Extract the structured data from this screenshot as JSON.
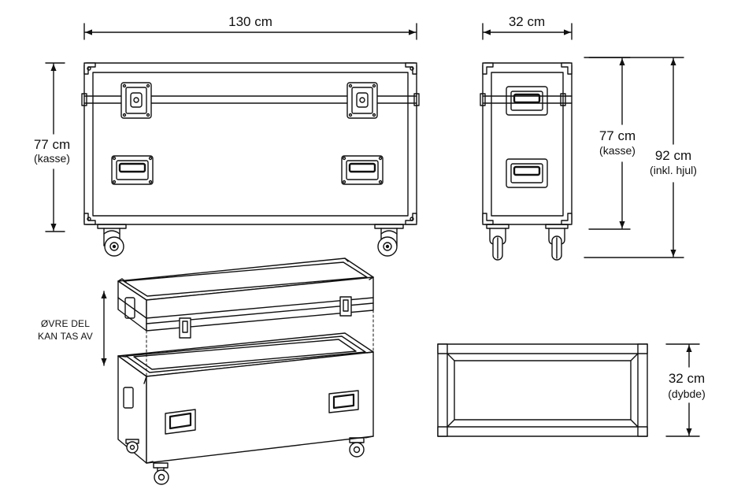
{
  "colors": {
    "line": "#111111",
    "background": "#ffffff"
  },
  "labels": {
    "front_width": "130 cm",
    "front_height_value": "77 cm",
    "front_height_note": "(kasse)",
    "side_width": "32 cm",
    "side_height_value": "77 cm",
    "side_height_note": "(kasse)",
    "side_total_value": "92 cm",
    "side_total_note": "(inkl. hjul)",
    "lid_note_line1": "ØVRE DEL",
    "lid_note_line2": "KAN TAS AV",
    "top_depth_value": "32 cm",
    "top_depth_note": "(dybde)"
  }
}
